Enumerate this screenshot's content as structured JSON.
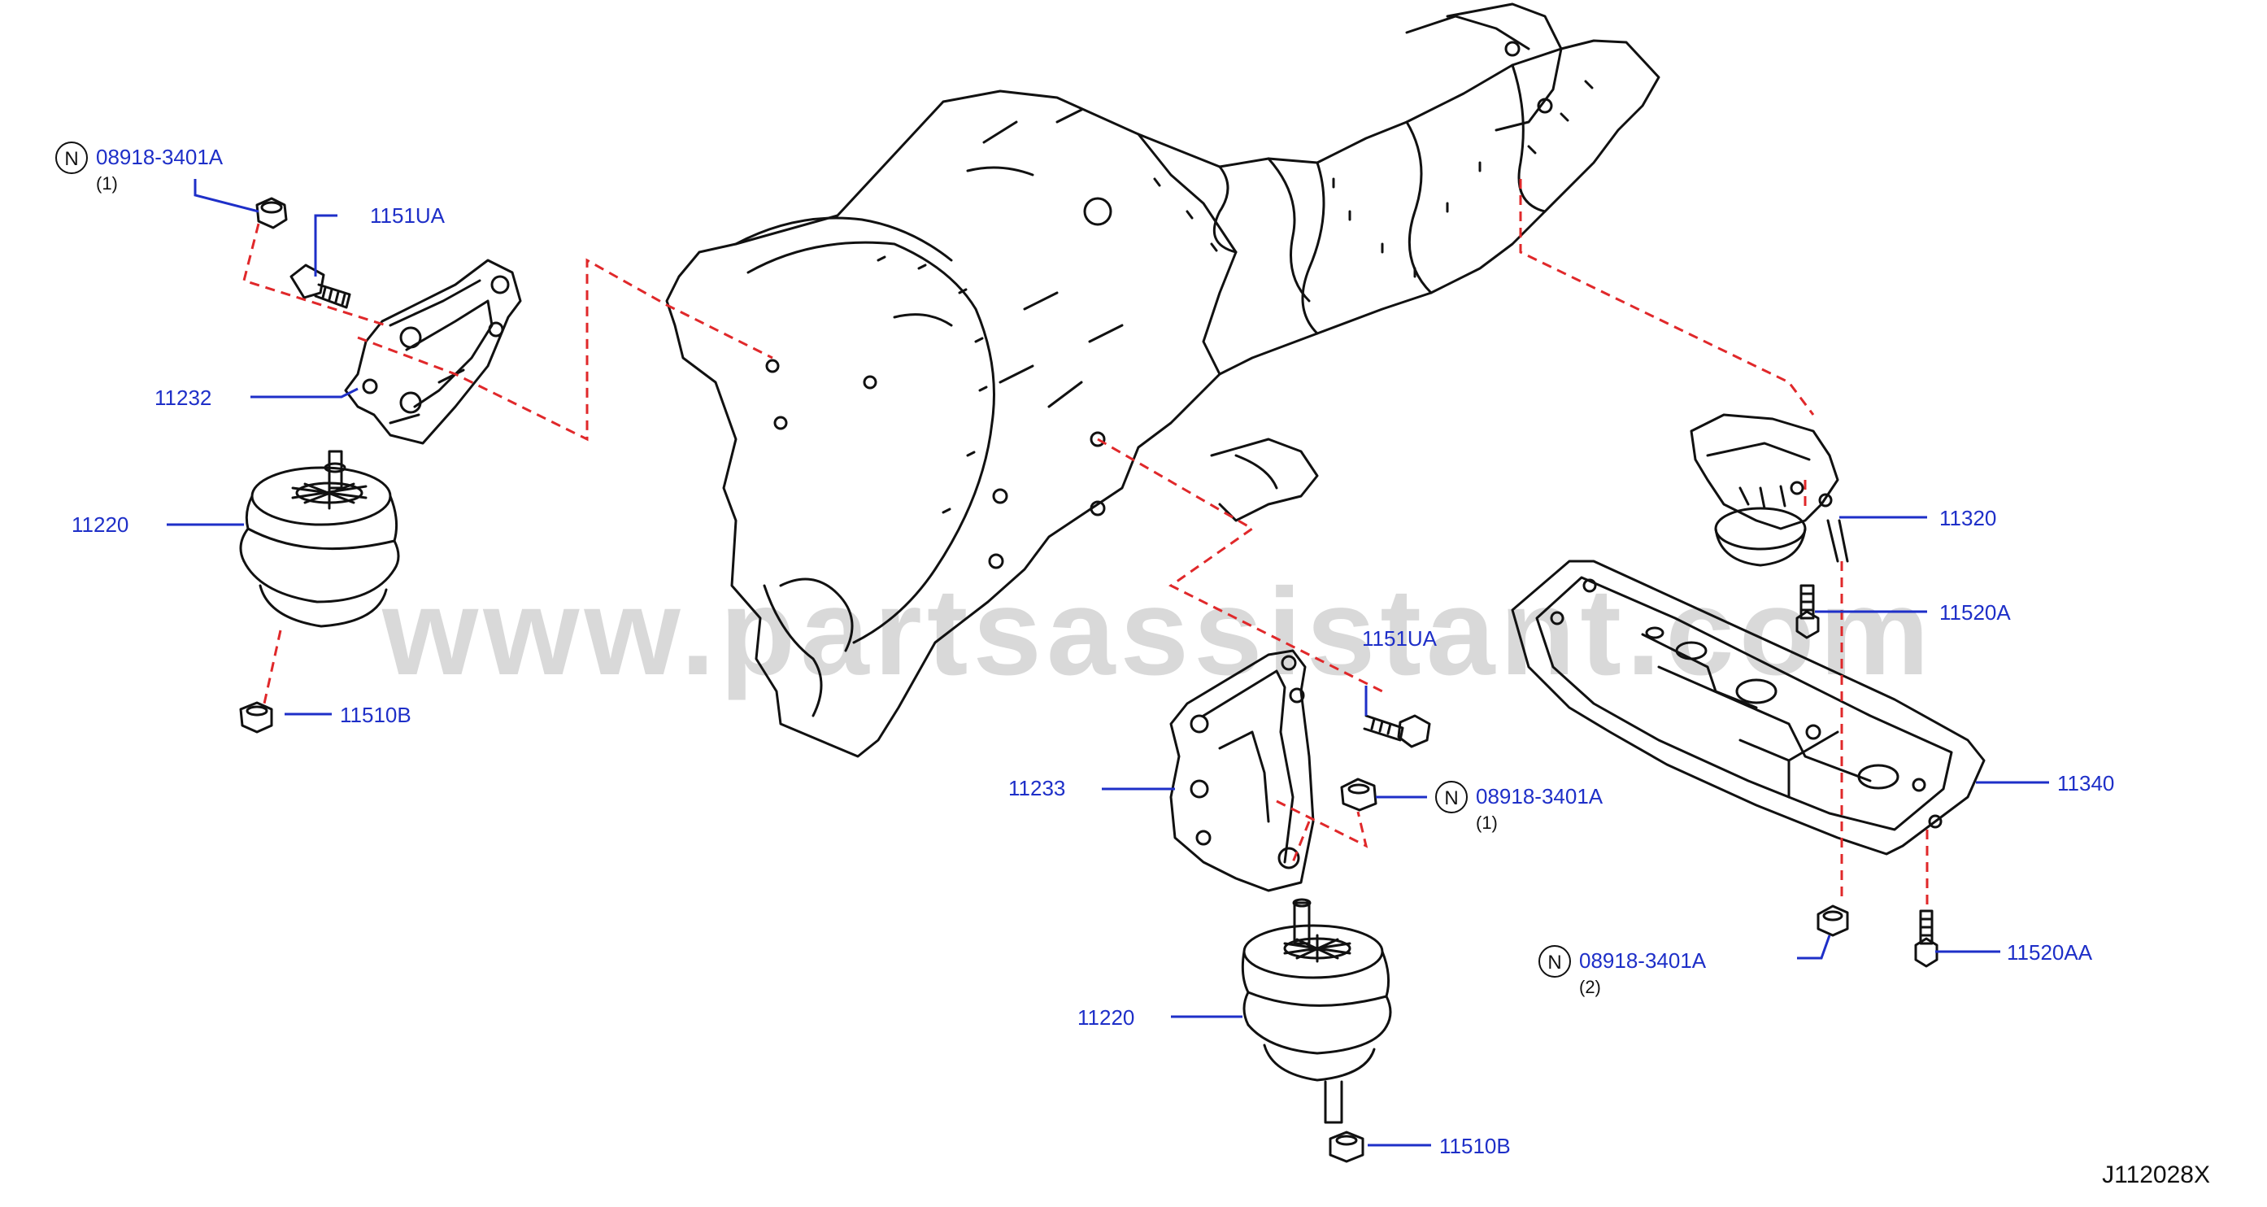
{
  "diagram": {
    "code": "J112028X",
    "watermark": "www.partsassistant.com"
  },
  "labels": {
    "upper_left_nut": {
      "part": "08918-3401A",
      "qty": "(1)",
      "badge": "N"
    },
    "upper_left_bolt": {
      "part": "1151UA"
    },
    "left_bracket": {
      "part": "11232"
    },
    "left_insulator": {
      "part": "11220"
    },
    "left_lower_nut": {
      "part": "11510B"
    },
    "right_bolt": {
      "part": "1151UA"
    },
    "right_bracket": {
      "part": "11233"
    },
    "right_nut": {
      "part": "08918-3401A",
      "qty": "(1)",
      "badge": "N"
    },
    "right_insulator": {
      "part": "11220"
    },
    "right_lower_nut": {
      "part": "11510B"
    },
    "rear_insulator": {
      "part": "11320"
    },
    "rear_bolt": {
      "part": "11520A"
    },
    "crossmember": {
      "part": "11340"
    },
    "crossmember_nut": {
      "part": "08918-3401A",
      "qty": "(2)",
      "badge": "N"
    },
    "crossmember_bolt": {
      "part": "11520AA"
    }
  },
  "colors": {
    "label": "#1e2fc8",
    "linework": "#111111",
    "dashed_line": "#e0282a",
    "watermark": "#d9d9d9"
  }
}
